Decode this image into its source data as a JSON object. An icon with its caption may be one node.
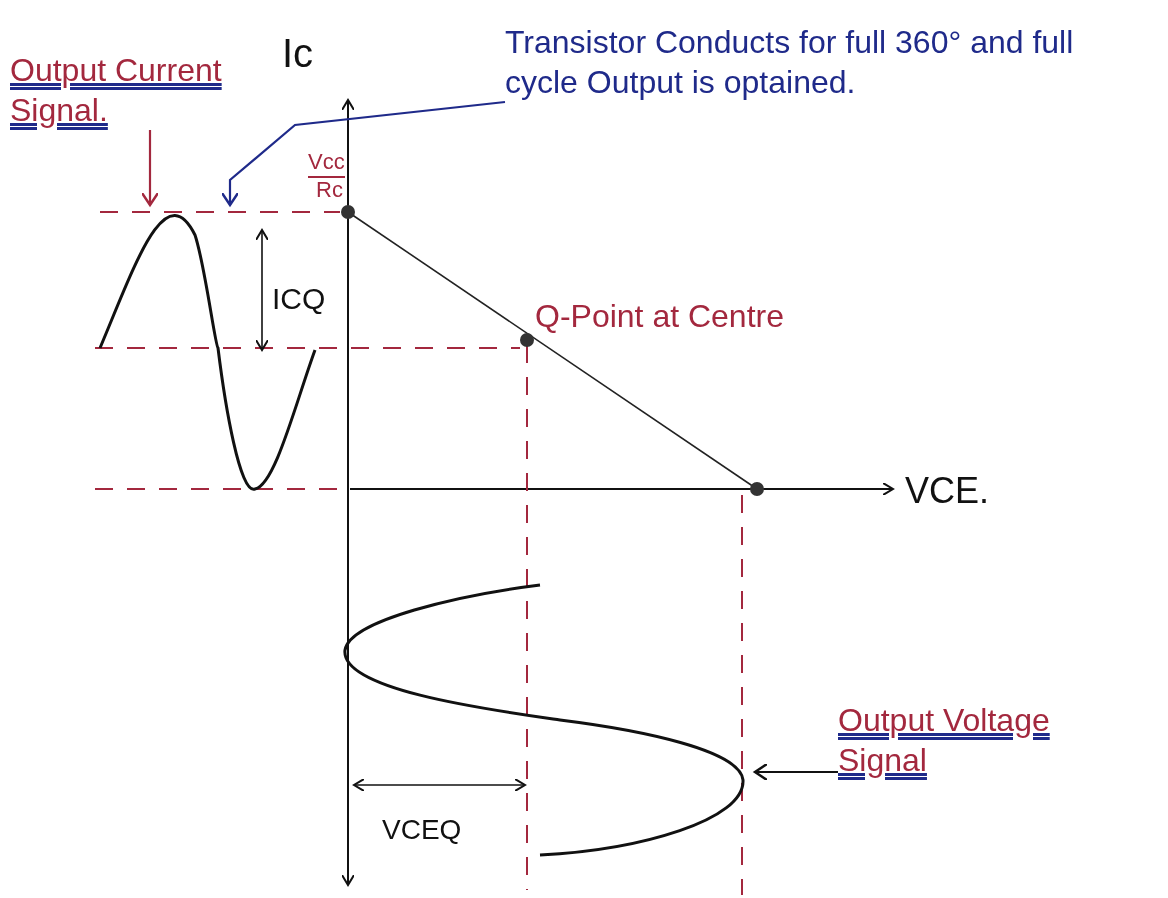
{
  "diagram": {
    "nodes": [
      {
        "text": [
          "Output Current Signal."
        ]
      },
      {
        "text": [
          "Transistor Conducts for full 360° and full cycle Output is optained."
        ]
      },
      {
        "text": [],
        "shape": "picture"
      },
      {
        "text": [
          "Output Voltage Signal"
        ]
      },
      {
        "text": [],
        "shape": "picture"
      }
    ],
    "edges": [
      {
        "from": 0,
        "to": 2,
        "arrow": "to",
        "color": "#a3283e"
      },
      {
        "from": 1,
        "to": 2,
        "arrow": "to",
        "color": "#1f2a8a"
      },
      {
        "from": 3,
        "to": 4,
        "arrow": "to",
        "color": "#111111"
      }
    ],
    "labels": [
      "Ic",
      "Vcc",
      "Rc",
      "ICQ",
      "Q-Point at Centre",
      "VCE.",
      "VCEQ"
    ]
  }
}
